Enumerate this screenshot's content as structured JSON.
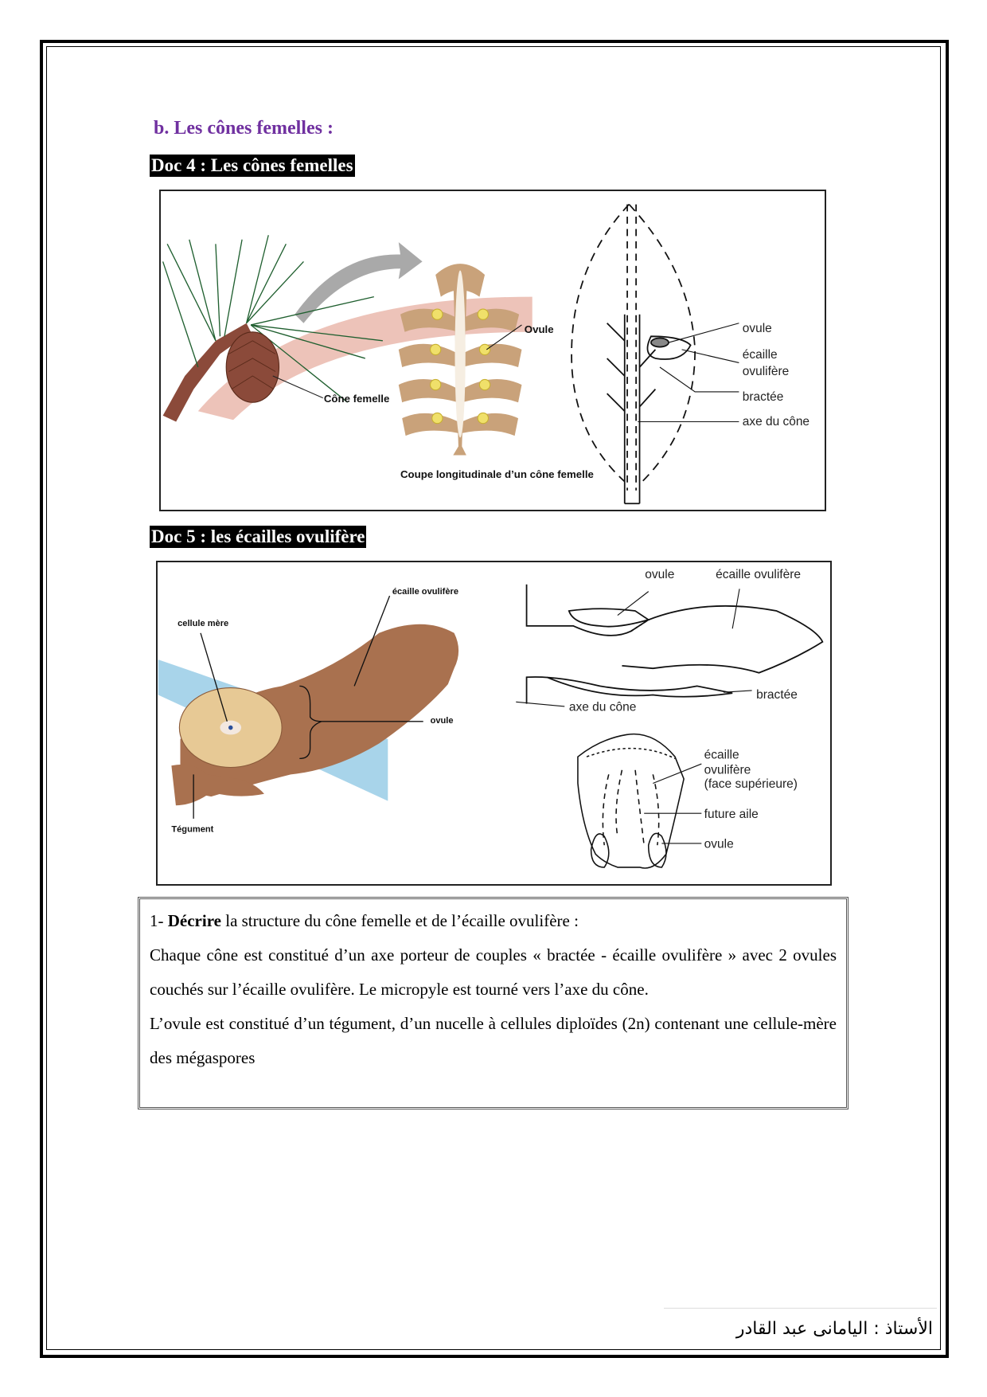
{
  "heading": "b. Les cônes femelles :",
  "doc4": {
    "label": "Doc 4 : Les cônes femelles",
    "cone_label": "Cône femelle",
    "ovule_label": "Ovule",
    "section_caption": "Coupe longitudinale d’un cône femelle",
    "schema": {
      "ovule": "ovule",
      "ecaille": "écaille",
      "ovulifere": "ovulifère",
      "bractee": "bractée",
      "axe": "axe du cône"
    }
  },
  "doc5": {
    "label": "Doc 5 : les écailles ovulifère",
    "left": {
      "ecaille": "écaille ovulifère",
      "cellule": "cellule mère",
      "ovule": "ovule",
      "tegument": "Tégument"
    },
    "right": {
      "ovule": "ovule",
      "ecaille": "écaille ovulifère",
      "bractee": "bractée",
      "axe": "axe du cône",
      "face1": "écaille",
      "face2": "ovulifère",
      "face3": "(face supérieure)",
      "aile": "future aile",
      "ovule2": "ovule"
    }
  },
  "answer": {
    "q_num": "1- ",
    "q_bold": "Décrire",
    "q_rest": " la structure du cône femelle et de l’écaille ovulifère :",
    "p1": "Chaque cône  est constitué d’un axe porteur de couples « bractée - écaille ovulifère » avec 2 ovules couchés sur l’écaille ovulifère. Le micropyle est tourné vers l’axe du cône.",
    "p2": "L’ovule est constitué d’un tégument, d’un nucelle à cellules diploïdes (2n) contenant une cellule-mère des mégaspores"
  },
  "footer": "الأستاذ : اليامانى عبد القادر"
}
